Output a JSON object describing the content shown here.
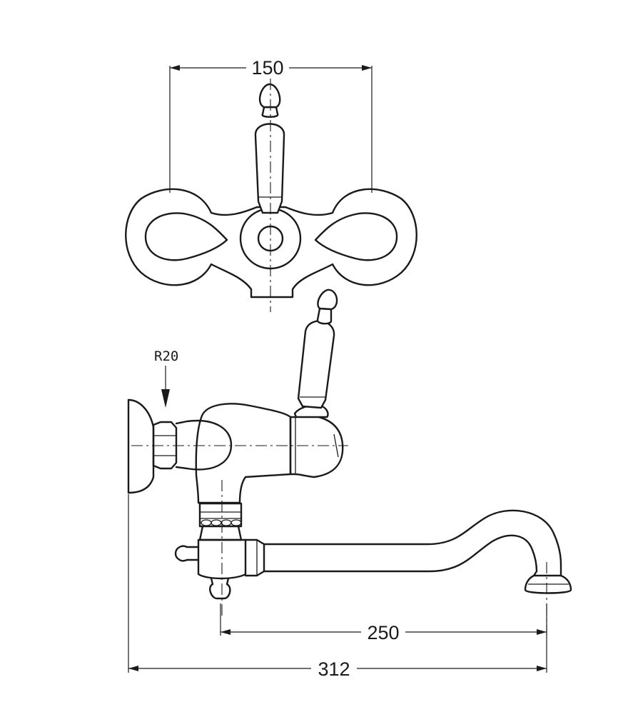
{
  "dimensions": {
    "top_width": "150",
    "spout_length": "250",
    "overall_length": "312",
    "connection_thread": "R20"
  },
  "colors": {
    "line": "#1a1a1a",
    "background": "#ffffff"
  }
}
